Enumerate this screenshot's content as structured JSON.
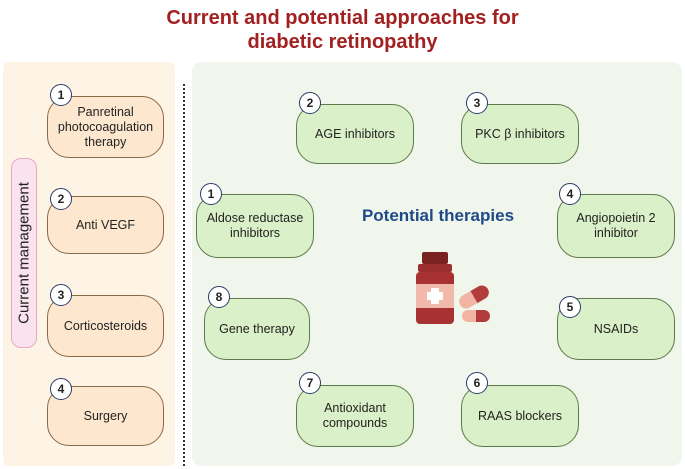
{
  "title_line1": "Current and potential approaches for",
  "title_line2": "diabetic retinopathy",
  "side_label": "Current management",
  "center_label": "Potential therapies",
  "current": [
    {
      "num": "1",
      "label": "Panretinal photocoagulation therapy"
    },
    {
      "num": "2",
      "label": "Anti VEGF"
    },
    {
      "num": "3",
      "label": "Corticosteroids"
    },
    {
      "num": "4",
      "label": "Surgery"
    }
  ],
  "potential": [
    {
      "num": "2",
      "label": "AGE inhibitors"
    },
    {
      "num": "3",
      "label": "PKC β inhibitors"
    },
    {
      "num": "1",
      "label": "Aldose reductase inhibitors"
    },
    {
      "num": "4",
      "label": "Angiopoietin 2 inhibitor"
    },
    {
      "num": "8",
      "label": "Gene therapy"
    },
    {
      "num": "5",
      "label": "NSAIDs"
    },
    {
      "num": "7",
      "label": "Antioxidant compounds"
    },
    {
      "num": "6",
      "label": "RAAS blockers"
    }
  ],
  "colors": {
    "title": "#a32020",
    "current_fill": "#fde8cf",
    "potential_fill": "#d9f0c8",
    "center_label": "#1f4a8a",
    "bottle": "#9b2f2f"
  },
  "icons": [
    "medicine-bottle-icon",
    "capsule-icon"
  ]
}
